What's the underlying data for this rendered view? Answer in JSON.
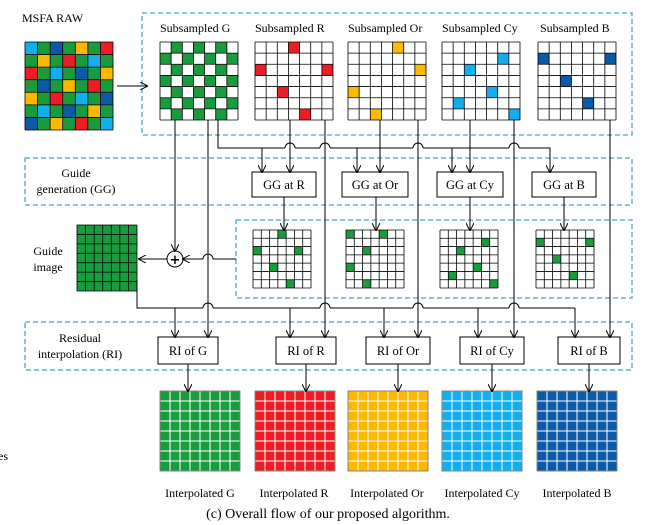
{
  "title_raw": "MSFA RAW",
  "subsampled": [
    "Subsampled G",
    "Subsampled R",
    "Subsampled Or",
    "Subsampled Cy",
    "Subsampled B"
  ],
  "gg_section": [
    "Guide",
    "generation (GG)"
  ],
  "gg_boxes": [
    "GG at R",
    "GG at Or",
    "GG at Cy",
    "GG at B"
  ],
  "guide_label": [
    "Guide",
    "image"
  ],
  "plus_symbol": "+",
  "ri_section": [
    "Residual",
    "interpolation (RI)"
  ],
  "ri_boxes": [
    "RI of G",
    "RI of R",
    "RI of Or",
    "RI of Cy",
    "RI of B"
  ],
  "interpolated": [
    "Interpolated G",
    "Interpolated R",
    "Interpolated Or",
    "Interpolated Cy",
    "Interpolated B"
  ],
  "caption": "(c) Overall flow of our proposed algorithm.",
  "left_fragment": "es",
  "colors": {
    "green": "#1a9c3e",
    "red": "#ee1c24",
    "orange": "#ffb800",
    "cyan": "#13aeed",
    "blue": "#0a5aa8",
    "dashed": "#4aa6c0"
  }
}
